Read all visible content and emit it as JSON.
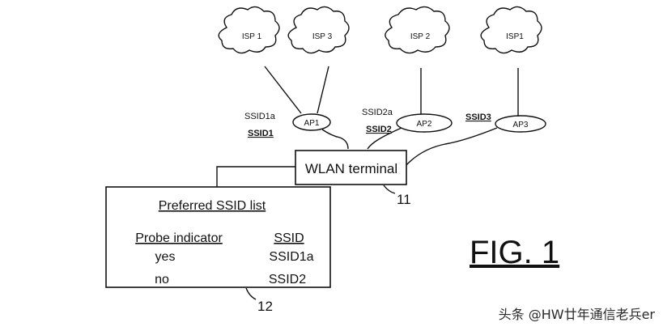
{
  "clouds": [
    {
      "id": "isp-1-cloud",
      "label": "ISP 1"
    },
    {
      "id": "isp-3-cloud",
      "label": "ISP 3"
    },
    {
      "id": "isp-2-cloud",
      "label": "ISP 2"
    },
    {
      "id": "isp1-right-cloud",
      "label": "ISP1"
    }
  ],
  "access_points": [
    {
      "label": "AP1"
    },
    {
      "label": "AP2"
    },
    {
      "label": "AP3"
    }
  ],
  "ssid_labels": {
    "ssid1a": "SSID1a",
    "ssid1": "SSID1",
    "ssid2a": "SSID2a",
    "ssid2": "SSID2",
    "ssid3": "SSID3"
  },
  "terminal": {
    "label": "WLAN terminal",
    "ref": "11"
  },
  "ssid_list": {
    "title": "Preferred SSID list",
    "col_probe": "Probe indicator",
    "col_ssid": "SSID",
    "rows": [
      {
        "probe": "yes",
        "ssid": "SSID1a"
      },
      {
        "probe": "no",
        "ssid": "SSID2"
      }
    ],
    "ref": "12"
  },
  "figure_label": "FIG. 1",
  "watermark": "头条 @HW廿年通信老兵er"
}
